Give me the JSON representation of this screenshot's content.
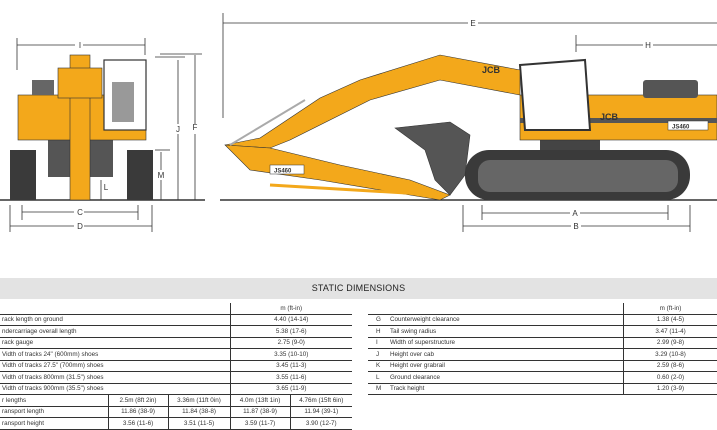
{
  "diagram": {
    "labels": {
      "A": "A",
      "B": "B",
      "C": "C",
      "D": "D",
      "E": "E",
      "F": "F",
      "H": "H",
      "I": "I",
      "J": "J",
      "L": "L",
      "M": "M"
    },
    "model_badge": "JS460",
    "arm_badge": "JS460",
    "brand": "JCB",
    "colors": {
      "body": "#f3a81b",
      "dark": "#555555",
      "track": "#3a3a3a"
    }
  },
  "title": "STATIC DIMENSIONS",
  "left_table": {
    "unit_header": "m (ft-in)",
    "rows": [
      {
        "label": "rack length on ground",
        "value": "4.40 (14-14)"
      },
      {
        "label": "ndercarriage overall length",
        "value": "5.38 (17-6)"
      },
      {
        "label": "rack gauge",
        "value": "2.75 (9-0)"
      },
      {
        "label": "Vidth of tracks 24\" (600mm) shoes",
        "value": "3.35 (10-10)"
      },
      {
        "label": "Vidth of tracks 27.5\" (700mm) shoes",
        "value": "3.45 (11-3)"
      },
      {
        "label": "Vidth of tracks 800mm (31.5\") shoes",
        "value": "3.55 (11-6)"
      },
      {
        "label": "Vidth of tracks 900mm (35.5\") shoes",
        "value": "3.65 (11-9)"
      }
    ],
    "arm_header": {
      "label": "r lengths",
      "cols": [
        "2.5m (8ft 2in)",
        "3.36m (11ft 0in)",
        "4.0m (13ft 1in)",
        "4.76m (15ft 6in)"
      ]
    },
    "arm_rows": [
      {
        "label": "ransport length",
        "values": [
          "11.86 (38-9)",
          "11.84 (38-8)",
          "11.87 (38-9)",
          "11.94 (39-1)"
        ]
      },
      {
        "label": "ransport height",
        "values": [
          "3.56 (11-6)",
          "3.51 (11-5)",
          "3.59 (11-7)",
          "3.90 (12-7)"
        ]
      }
    ]
  },
  "right_table": {
    "unit_header": "m (ft-in)",
    "rows": [
      {
        "letter": "G",
        "label": "Counterweight clearance",
        "value": "1.38 (4-5)"
      },
      {
        "letter": "H",
        "label": "Tail swing radius",
        "value": "3.47 (11-4)"
      },
      {
        "letter": "I",
        "label": "Width of superstructure",
        "value": "2.99 (9-8)"
      },
      {
        "letter": "J",
        "label": "Height over cab",
        "value": "3.29 (10-8)"
      },
      {
        "letter": "K",
        "label": "Height over grabrail",
        "value": "2.59 (8-6)"
      },
      {
        "letter": "L",
        "label": "Ground clearance",
        "value": "0.60 (2-0)"
      },
      {
        "letter": "M",
        "label": "Track height",
        "value": "1.20 (3-9)"
      }
    ]
  }
}
